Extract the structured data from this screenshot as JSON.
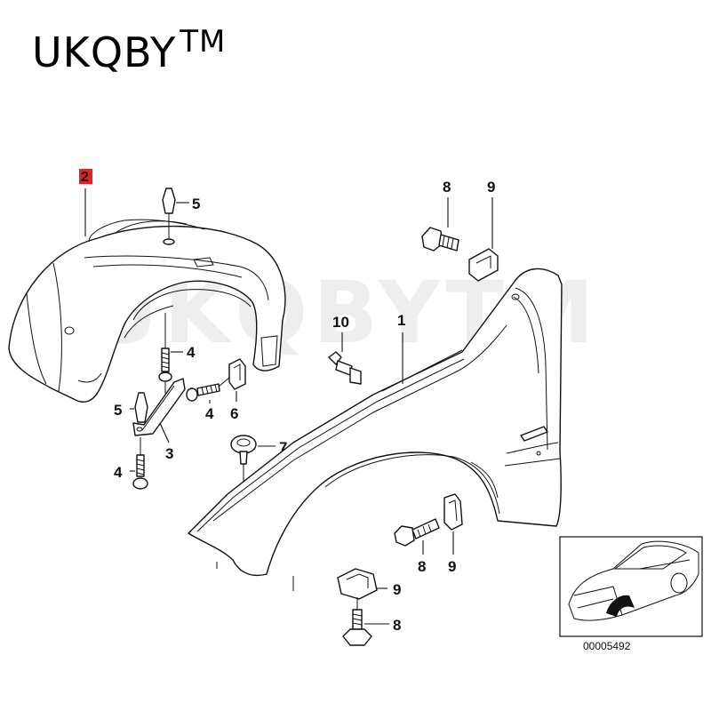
{
  "brand": {
    "name": "UKQBY",
    "trademark": "TM"
  },
  "watermark": "UKQBYTM",
  "callouts": {
    "c1": "1",
    "c2": "2",
    "c3": "3",
    "c4a": "4",
    "c4b": "4",
    "c4c": "4",
    "c5a": "5",
    "c5b": "5",
    "c6": "6",
    "c7": "7",
    "c8a": "8",
    "c8b": "8",
    "c8c": "8",
    "c9a": "9",
    "c9b": "9",
    "c9c": "9",
    "c10": "10"
  },
  "highlight_color": "#e0202a",
  "inset": {
    "reference": "00005492"
  }
}
